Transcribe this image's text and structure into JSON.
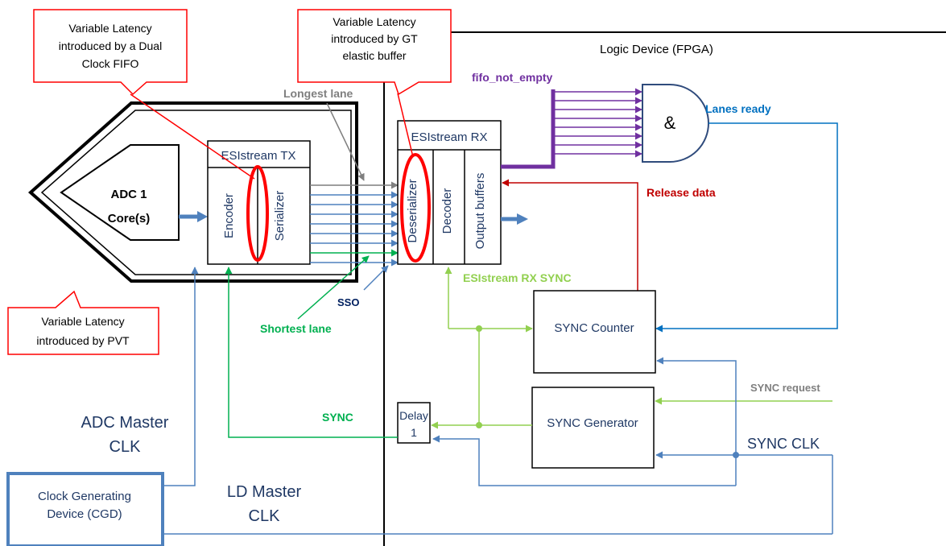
{
  "colors": {
    "black": "#000000",
    "grey": "#7f7f7f",
    "green": "#00b050",
    "light_green": "#92d050",
    "purple": "#7030a0",
    "blue": "#4f81bd",
    "cyan_blue": "#0070c0",
    "dark_red": "#c00000",
    "red": "#ff0000",
    "navy": "#1f3864",
    "dark_navy": "#002060"
  },
  "callouts": {
    "dual_clock_fifo": {
      "line1": "Variable Latency",
      "line2": "introduced by a Dual",
      "line3": "Clock FIFO"
    },
    "gt_elastic": {
      "line1": "Variable Latency",
      "line2": "introduced by GT",
      "line3": "elastic buffer"
    },
    "pvt": {
      "line1": "Variable Latency",
      "line2": "introduced by PVT"
    }
  },
  "labels": {
    "logic_device": "Logic Device (FPGA)",
    "fifo_not_empty": "fifo_not_empty",
    "lanes_ready": "Lanes ready",
    "longest_lane": "Longest lane",
    "release_data": "Release data",
    "esistream_rx_sync": "ESIstream RX SYNC",
    "sso": "SSO",
    "shortest_lane": "Shortest lane",
    "sync_request": "SYNC request",
    "sync": "SYNC",
    "sync_clk": "SYNC CLK",
    "adc_master_clk_line1": "ADC Master",
    "adc_master_clk_line2": "CLK",
    "ld_master_clk_line1": "LD Master",
    "ld_master_clk_line2": "CLK"
  },
  "blocks": {
    "adc_core_line1": "ADC 1",
    "adc_core_line2": "Core(s)",
    "esistream_tx": "ESIstream TX",
    "encoder": "Encoder",
    "serializer": "Serializer",
    "esistream_rx": "ESIstream RX",
    "deserializer": "Deserializer",
    "decoder": "Decoder",
    "output_buffers": "Output buffers",
    "and_gate": "&",
    "sync_counter": "SYNC Counter",
    "sync_generator": "SYNC Generator",
    "delay_line1": "Delay",
    "delay_line2": "1",
    "cgd_line1": "Clock Generating",
    "cgd_line2": "Device (CGD)"
  },
  "icons": [
    "arrow-icon",
    "and-gate-icon",
    "junction-dot-icon"
  ]
}
